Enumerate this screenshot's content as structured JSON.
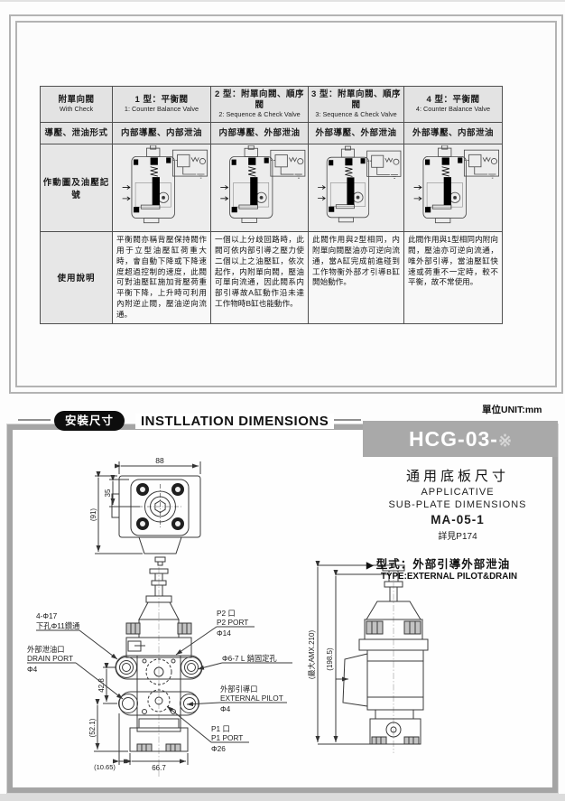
{
  "doc": {
    "unit": "單位UNIT:mm"
  },
  "table": {
    "header": [
      {
        "zh": "附單向閥",
        "en": "With Check"
      },
      {
        "zh": "1 型：平衡閥",
        "en": "1: Counter Balance Valve"
      },
      {
        "zh": "2 型：附單向閥、順序閥",
        "en": "2: Sequence & Check Valve"
      },
      {
        "zh": "3 型：附單向閥、順序閥",
        "en": "3: Sequence & Check Valve"
      },
      {
        "zh": "4 型：平衡閥",
        "en": "4: Counter Balance Valve"
      }
    ],
    "pilot_label": "導壓、泄油形式",
    "pilot": [
      "内部導壓、内部泄油",
      "内部導壓、外部泄油",
      "外部導壓、外部泄油",
      "外部導壓、内部泄油"
    ],
    "diagram_label": "作動圖及油壓記號",
    "usage_label": "使用說明",
    "usage": [
      "平衡閥亦稱背壓保持閥作用于立型油壓缸荷重大時，會自動下降或下降速度超過控制的速度，此閥可對油壓缸施加背壓荷重平衡下降，上升時可利用內附逆止閥，壓油逆向流通。",
      "一個以上分歧回路時，此閥可依内部引導之壓力使二個以上之油壓缸，依次起作，内附單向閥，壓油可單向流通，因此閥系内部引導故A缸動作沿未達工作物時B缸也能動作。",
      "此閥作用與2型相同，内附單向閥壓油亦可逆向流通，當A缸完成前進碰到工作物衡外部才引導B缸開始動作。",
      "此閥作用與1型相同内附向閥，壓油亦可逆向流通，唯外部引導，當油壓缸快速或荷重不一定時，較不平衡，故不常使用。"
    ]
  },
  "section": {
    "badge": "安裝尺寸",
    "title": "INSTLLATION DIMENSIONS",
    "model": "HCG-03-",
    "model_mark": "※"
  },
  "subplate": {
    "title_zh": "通用底板尺寸",
    "line1": "APPLICATIVE",
    "line2": "SUB-PLATE DIMENSIONS",
    "code": "MA-05-1",
    "ref": "詳見P174",
    "arrow": "▶",
    "type_zh": "型式：外部引導外部泄油",
    "type_en": "TYPE:EXTERNAL PILOT&DRAIN"
  },
  "drawings": {
    "top": {
      "w": "88",
      "off": "35",
      "h": "(91)"
    },
    "front": {
      "bolt_line1": "4-Φ17",
      "bolt_line2": "下孔Φ11鑽通",
      "drain_zh": "外部泄油口",
      "drain_en": "DRAIN PORT",
      "drain_d": "Φ4",
      "p2_zh": "P2 口",
      "p2_en": "P2 PORT",
      "p2_d": "Φ14",
      "pin": "Φ6-7 L 銷固定孔",
      "pilot_zh": "外部引導口",
      "pilot_en": "EXTERNAL PILOT",
      "pilot_d": "Φ4",
      "p1_zh": "P1 口",
      "p1_en": "P1 PORT",
      "p1_d": "Φ26",
      "dim_v1": "42.8",
      "dim_v2": "(52.1)",
      "dim_b1": "(10.65)",
      "dim_b2": "66.7"
    },
    "side": {
      "dim_outer": "(最大AMX.210)",
      "dim_inner": "(198.5)"
    }
  }
}
